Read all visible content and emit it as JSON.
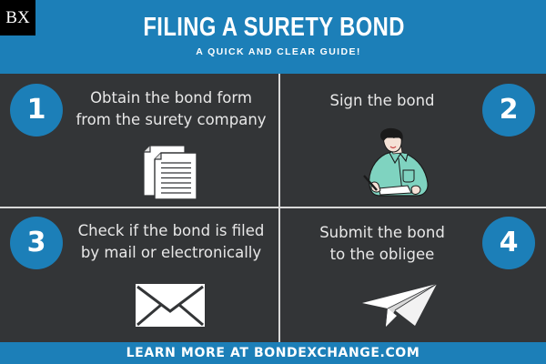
{
  "header": {
    "logo": "BX",
    "title": "FILING A SURETY BOND",
    "subtitle": "A QUICK AND CLEAR GUIDE!"
  },
  "steps": [
    {
      "number": "1",
      "line1": "Obtain the bond form",
      "line2": "from the surety company",
      "icon": "documents-icon"
    },
    {
      "number": "2",
      "line1": "Sign the bond",
      "line2": "",
      "icon": "person-signing-icon"
    },
    {
      "number": "3",
      "line1": "Check if the bond is filed",
      "line2": "by mail or electronically",
      "icon": "envelope-icon"
    },
    {
      "number": "4",
      "line1": "Submit the bond",
      "line2": "to the obligee",
      "icon": "paper-plane-icon"
    }
  ],
  "footer": {
    "text": "LEARN MORE AT BONDEXCHANGE.COM"
  },
  "colors": {
    "brand_blue": "#1c7fb8",
    "panel_bg": "#333537",
    "divider": "#d8d8d8",
    "shirt": "#7fd3c0",
    "logo_bg": "#000000"
  }
}
